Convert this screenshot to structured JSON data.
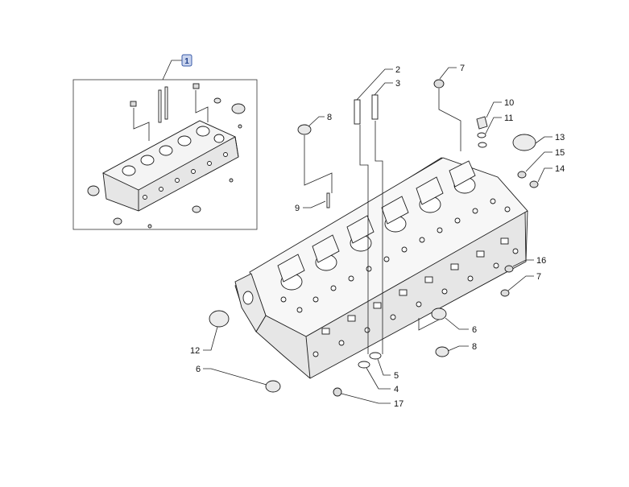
{
  "inset": {
    "badge_label": "1"
  },
  "callouts": [
    {
      "id": "c2",
      "label": "2"
    },
    {
      "id": "c3",
      "label": "3"
    },
    {
      "id": "c7a",
      "label": "7"
    },
    {
      "id": "c10",
      "label": "10"
    },
    {
      "id": "c11",
      "label": "11"
    },
    {
      "id": "c8a",
      "label": "8"
    },
    {
      "id": "c13",
      "label": "13"
    },
    {
      "id": "c15",
      "label": "15"
    },
    {
      "id": "c14",
      "label": "14"
    },
    {
      "id": "c9",
      "label": "9"
    },
    {
      "id": "c16",
      "label": "16"
    },
    {
      "id": "c7b",
      "label": "7"
    },
    {
      "id": "c6a",
      "label": "6"
    },
    {
      "id": "c8b",
      "label": "8"
    },
    {
      "id": "c12",
      "label": "12"
    },
    {
      "id": "c5",
      "label": "5"
    },
    {
      "id": "c4",
      "label": "4"
    },
    {
      "id": "c6b",
      "label": "6"
    },
    {
      "id": "c17",
      "label": "17"
    }
  ],
  "colors": {
    "line": "#1a1a1a",
    "badge_fill": "#c9d4ee",
    "badge_stroke": "#3a5ba8"
  }
}
